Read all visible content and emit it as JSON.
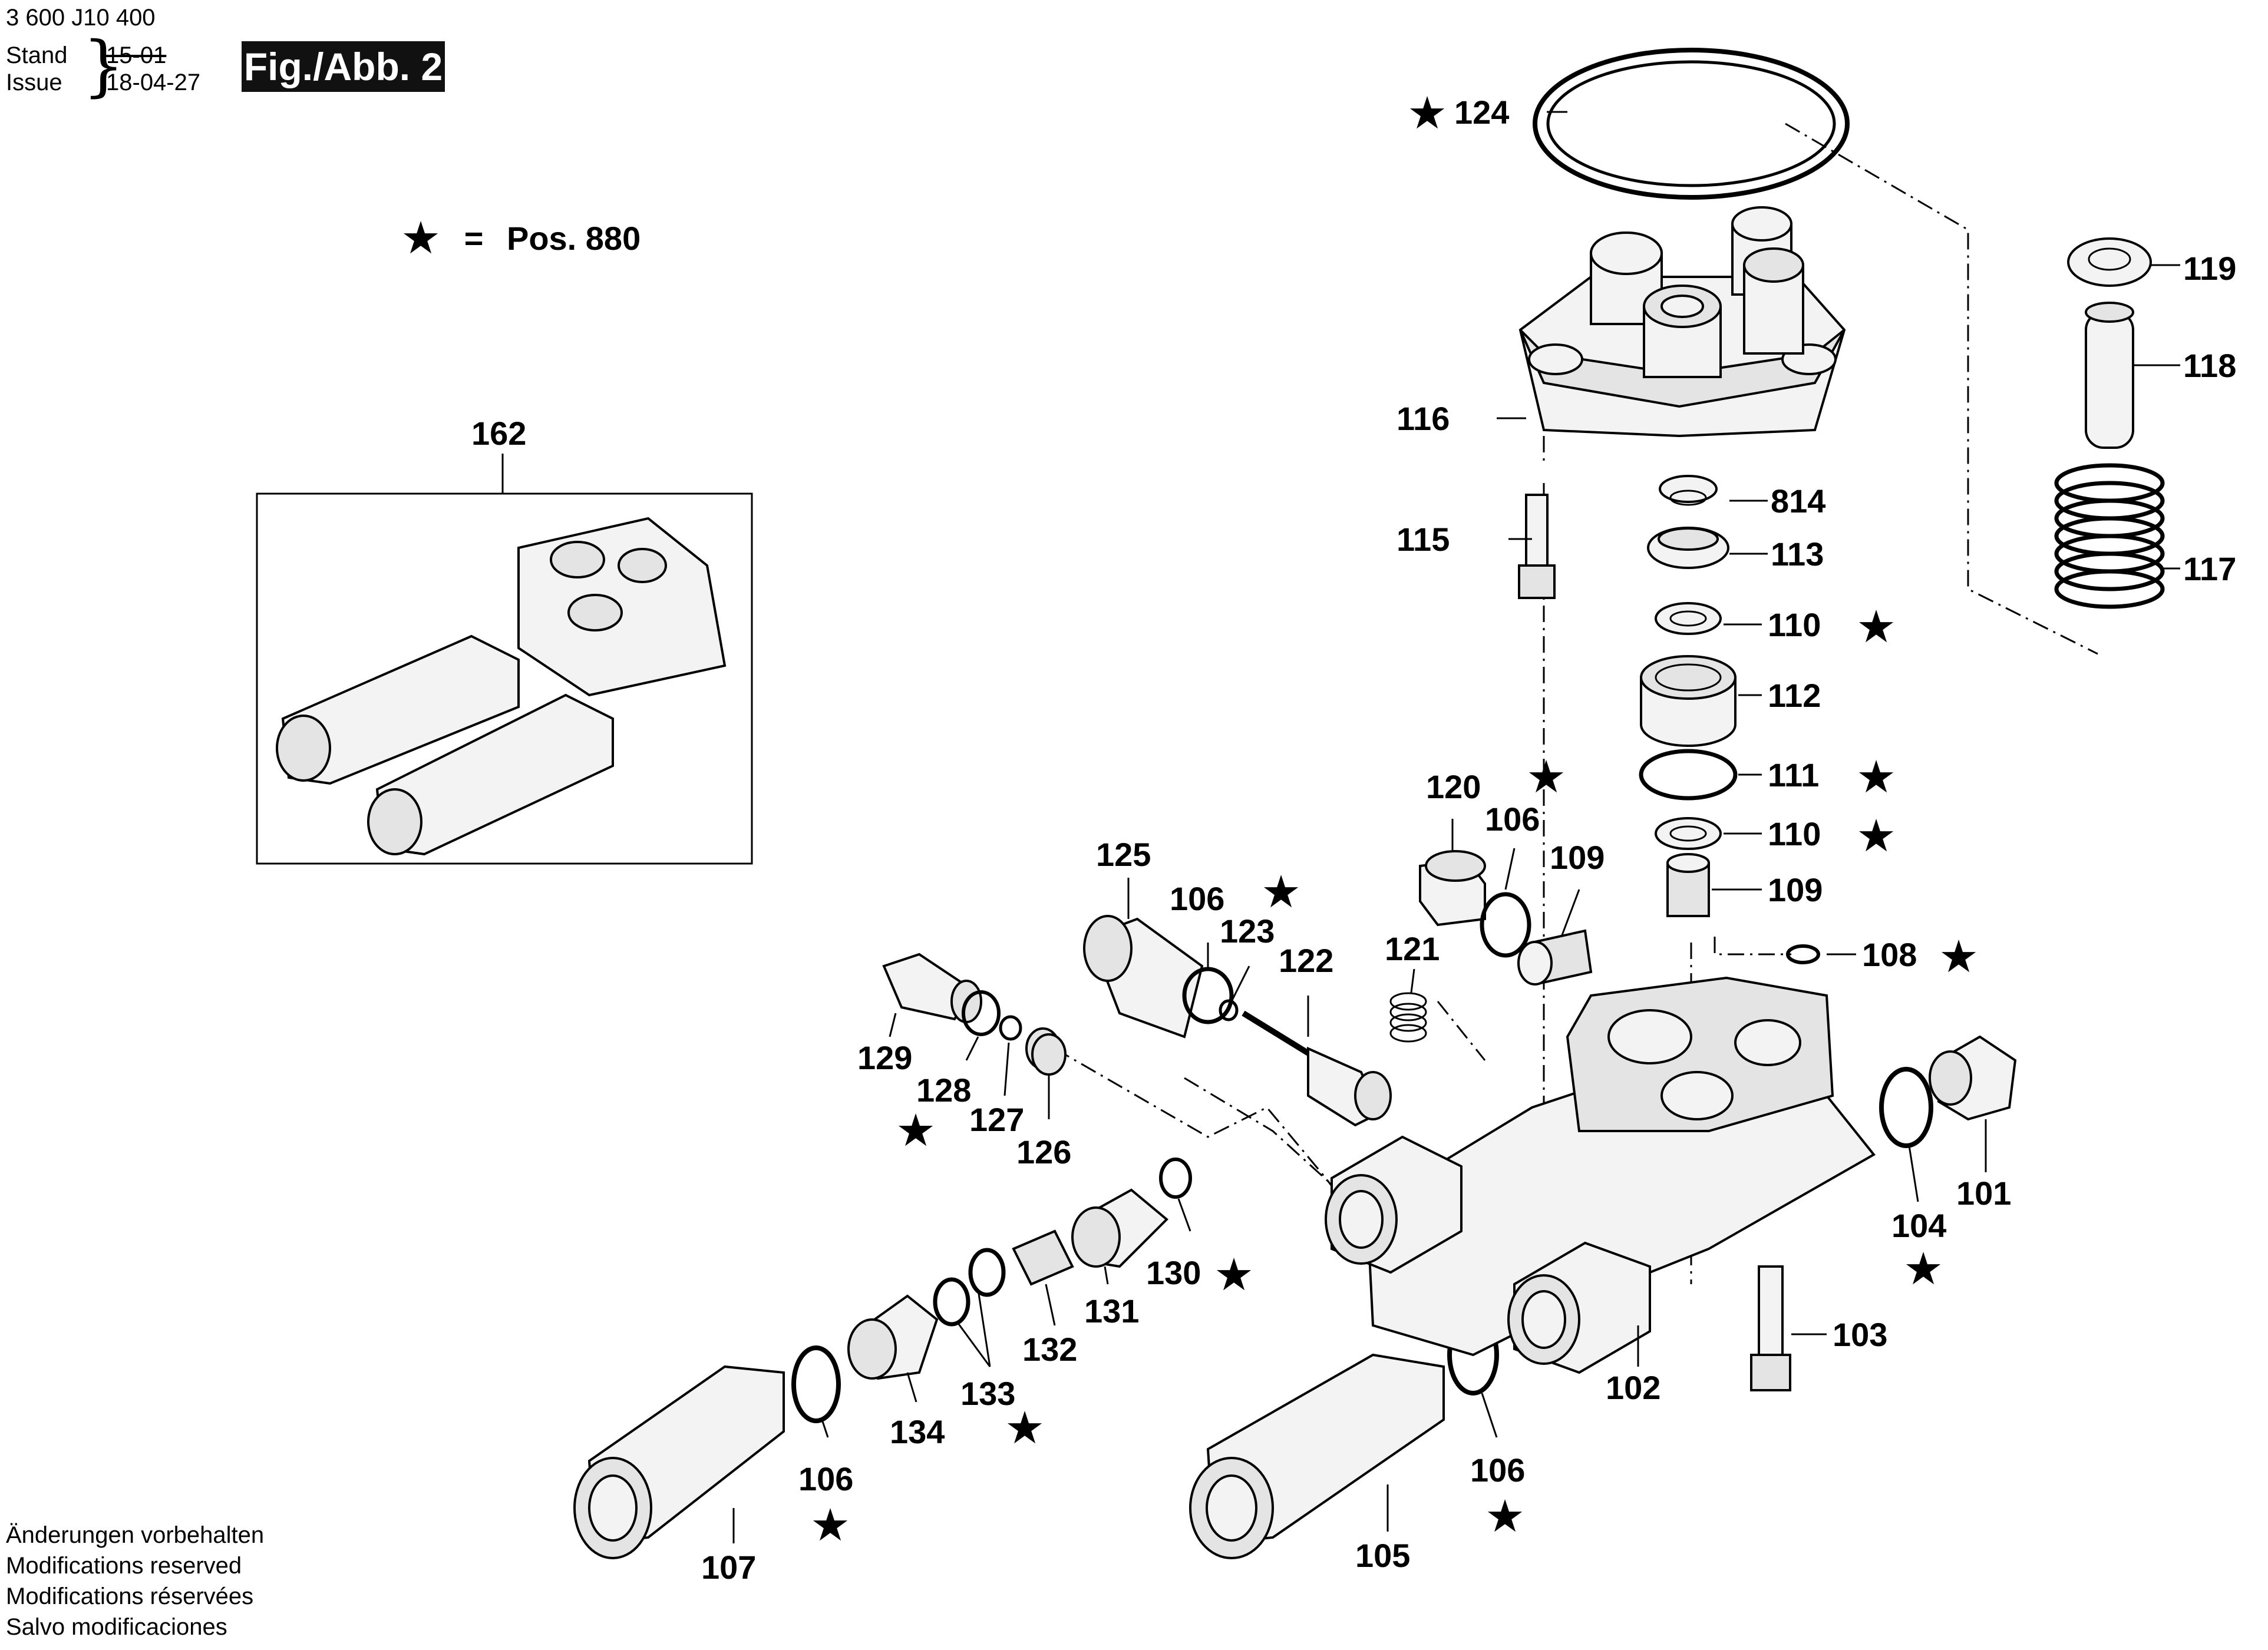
{
  "header": {
    "doc_number": "3 600 J10 400",
    "stand_label": "Stand",
    "issue_label": "Issue",
    "old_date": "15-01",
    "new_date": "18-04-27",
    "figure_label": "Fig./Abb. 2"
  },
  "legend": {
    "star": "★",
    "equals": "=",
    "text": "Pos. 880"
  },
  "callouts": {
    "c101": "101",
    "c102": "102",
    "c103": "103",
    "c104": "104",
    "c105": "105",
    "c106a": "106",
    "c106b": "106",
    "c106c": "106",
    "c106d": "106",
    "c107": "107",
    "c108": "108",
    "c109a": "109",
    "c109b": "109",
    "c110a": "110",
    "c110b": "110",
    "c111": "111",
    "c112": "112",
    "c113": "113",
    "c115": "115",
    "c116": "116",
    "c117": "117",
    "c118": "118",
    "c119": "119",
    "c120": "120",
    "c121": "121",
    "c122": "122",
    "c123": "123",
    "c124": "124",
    "c125": "125",
    "c126": "126",
    "c127": "127",
    "c128": "128",
    "c129": "129",
    "c130": "130",
    "c131": "131",
    "c132": "132",
    "c133": "133",
    "c134": "134",
    "c162": "162",
    "c814": "814"
  },
  "star_glyph": "★",
  "footer": {
    "line1": "Änderungen vorbehalten",
    "line2": "Modifications reserved",
    "line3": "Modifications réservées",
    "line4": "Salvo modificaciones"
  }
}
